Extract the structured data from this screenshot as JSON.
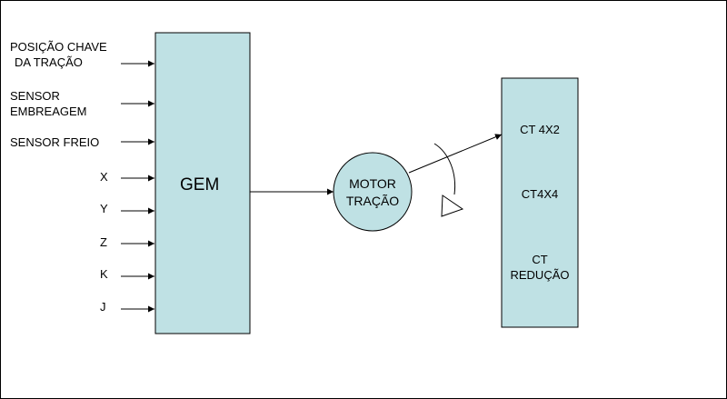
{
  "inputs": {
    "chave_line1": "POSIÇÃO CHAVE",
    "chave_line2": "DA TRAÇÃO",
    "embreagem_line1": "SENSOR",
    "embreagem_line2": "EMBREAGEM",
    "freio": "SENSOR FREIO",
    "x": "X",
    "y": "Y",
    "z": "Z",
    "k": "K",
    "j": "J"
  },
  "gem": {
    "label": "GEM"
  },
  "motor": {
    "line1": "MOTOR",
    "line2": "TRAÇÃO"
  },
  "ct": {
    "ct4x2": "CT 4X2",
    "ct4x4": "CT4X4",
    "reducao_line1": "CT",
    "reducao_line2": "REDUÇÃO"
  },
  "colors": {
    "box_fill": "#bfe1e4",
    "stroke": "#000000",
    "background": "#ffffff"
  }
}
